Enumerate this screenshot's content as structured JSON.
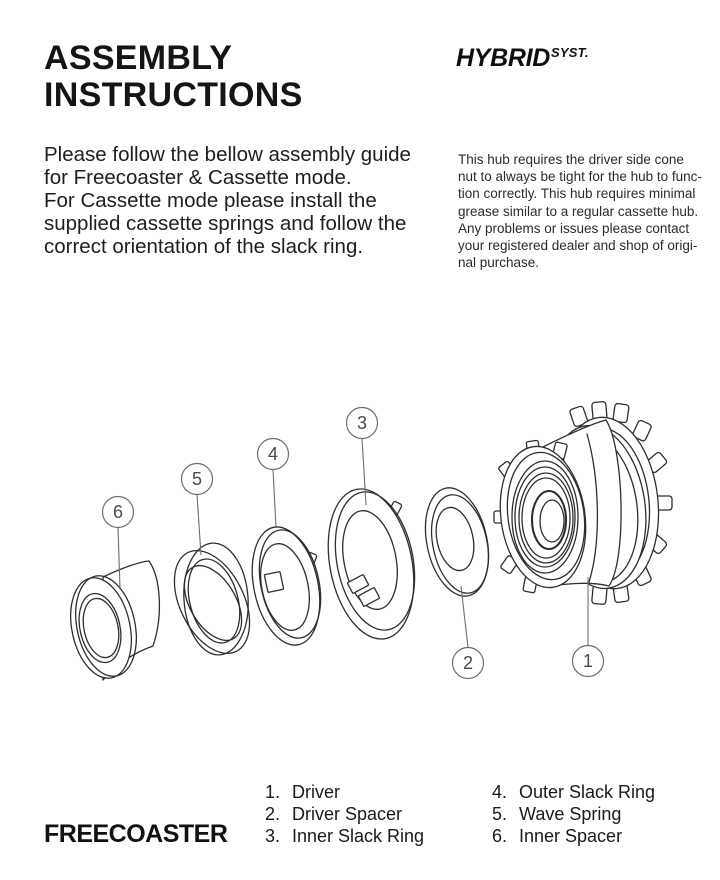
{
  "header": {
    "title_lines": [
      "ASSEMBLY",
      "INSTRUCTIONS"
    ],
    "brand": {
      "name": "HYBRID",
      "suffix": "SYST."
    }
  },
  "intro_lines": [
    "Please follow the bellow assembly guide",
    "for Freecoaster & Cassette mode.",
    "For Cassette mode please install the",
    "supplied cassette springs and follow the",
    "correct orientation of the slack ring."
  ],
  "note_lines": [
    "This hub requires the driver side cone",
    "nut to always be tight for the hub to func-",
    "tion correctly. This hub requires minimal",
    "grease similar to a regular cassette hub.",
    "Any problems or issues please contact",
    "your registered dealer and shop of origi-",
    "nal purchase."
  ],
  "diagram": {
    "callouts": [
      "1",
      "2",
      "3",
      "4",
      "5",
      "6"
    ]
  },
  "footer": {
    "mode_label": "FREECOASTER",
    "parts": [
      {
        "num": "1.",
        "label": "Driver"
      },
      {
        "num": "2.",
        "label": "Driver Spacer"
      },
      {
        "num": "3.",
        "label": "Inner Slack Ring"
      },
      {
        "num": "4.",
        "label": "Outer Slack Ring"
      },
      {
        "num": "5.",
        "label": "Wave Spring"
      },
      {
        "num": "6.",
        "label": "Inner Spacer"
      }
    ]
  }
}
